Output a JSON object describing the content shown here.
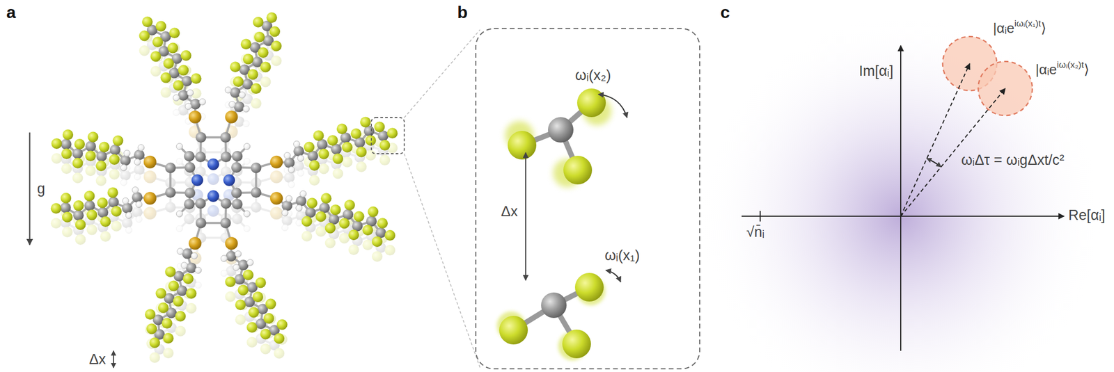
{
  "diagram": {
    "labels": [
      "a",
      "g",
      "Δx",
      "b",
      "ωᵢ(x₂)",
      "Δx",
      "ωᵢ(x₁)",
      "c",
      "Im[αᵢ]",
      "|αᵢe",
      "iωᵢ(x₁)t",
      "⟩",
      "|αᵢe",
      "iωᵢ(x₂)t",
      "⟩",
      "ωᵢΔτ = ωᵢgΔxt/c²",
      "√n̄ᵢ",
      "Re[αᵢ]"
    ]
  }
}
